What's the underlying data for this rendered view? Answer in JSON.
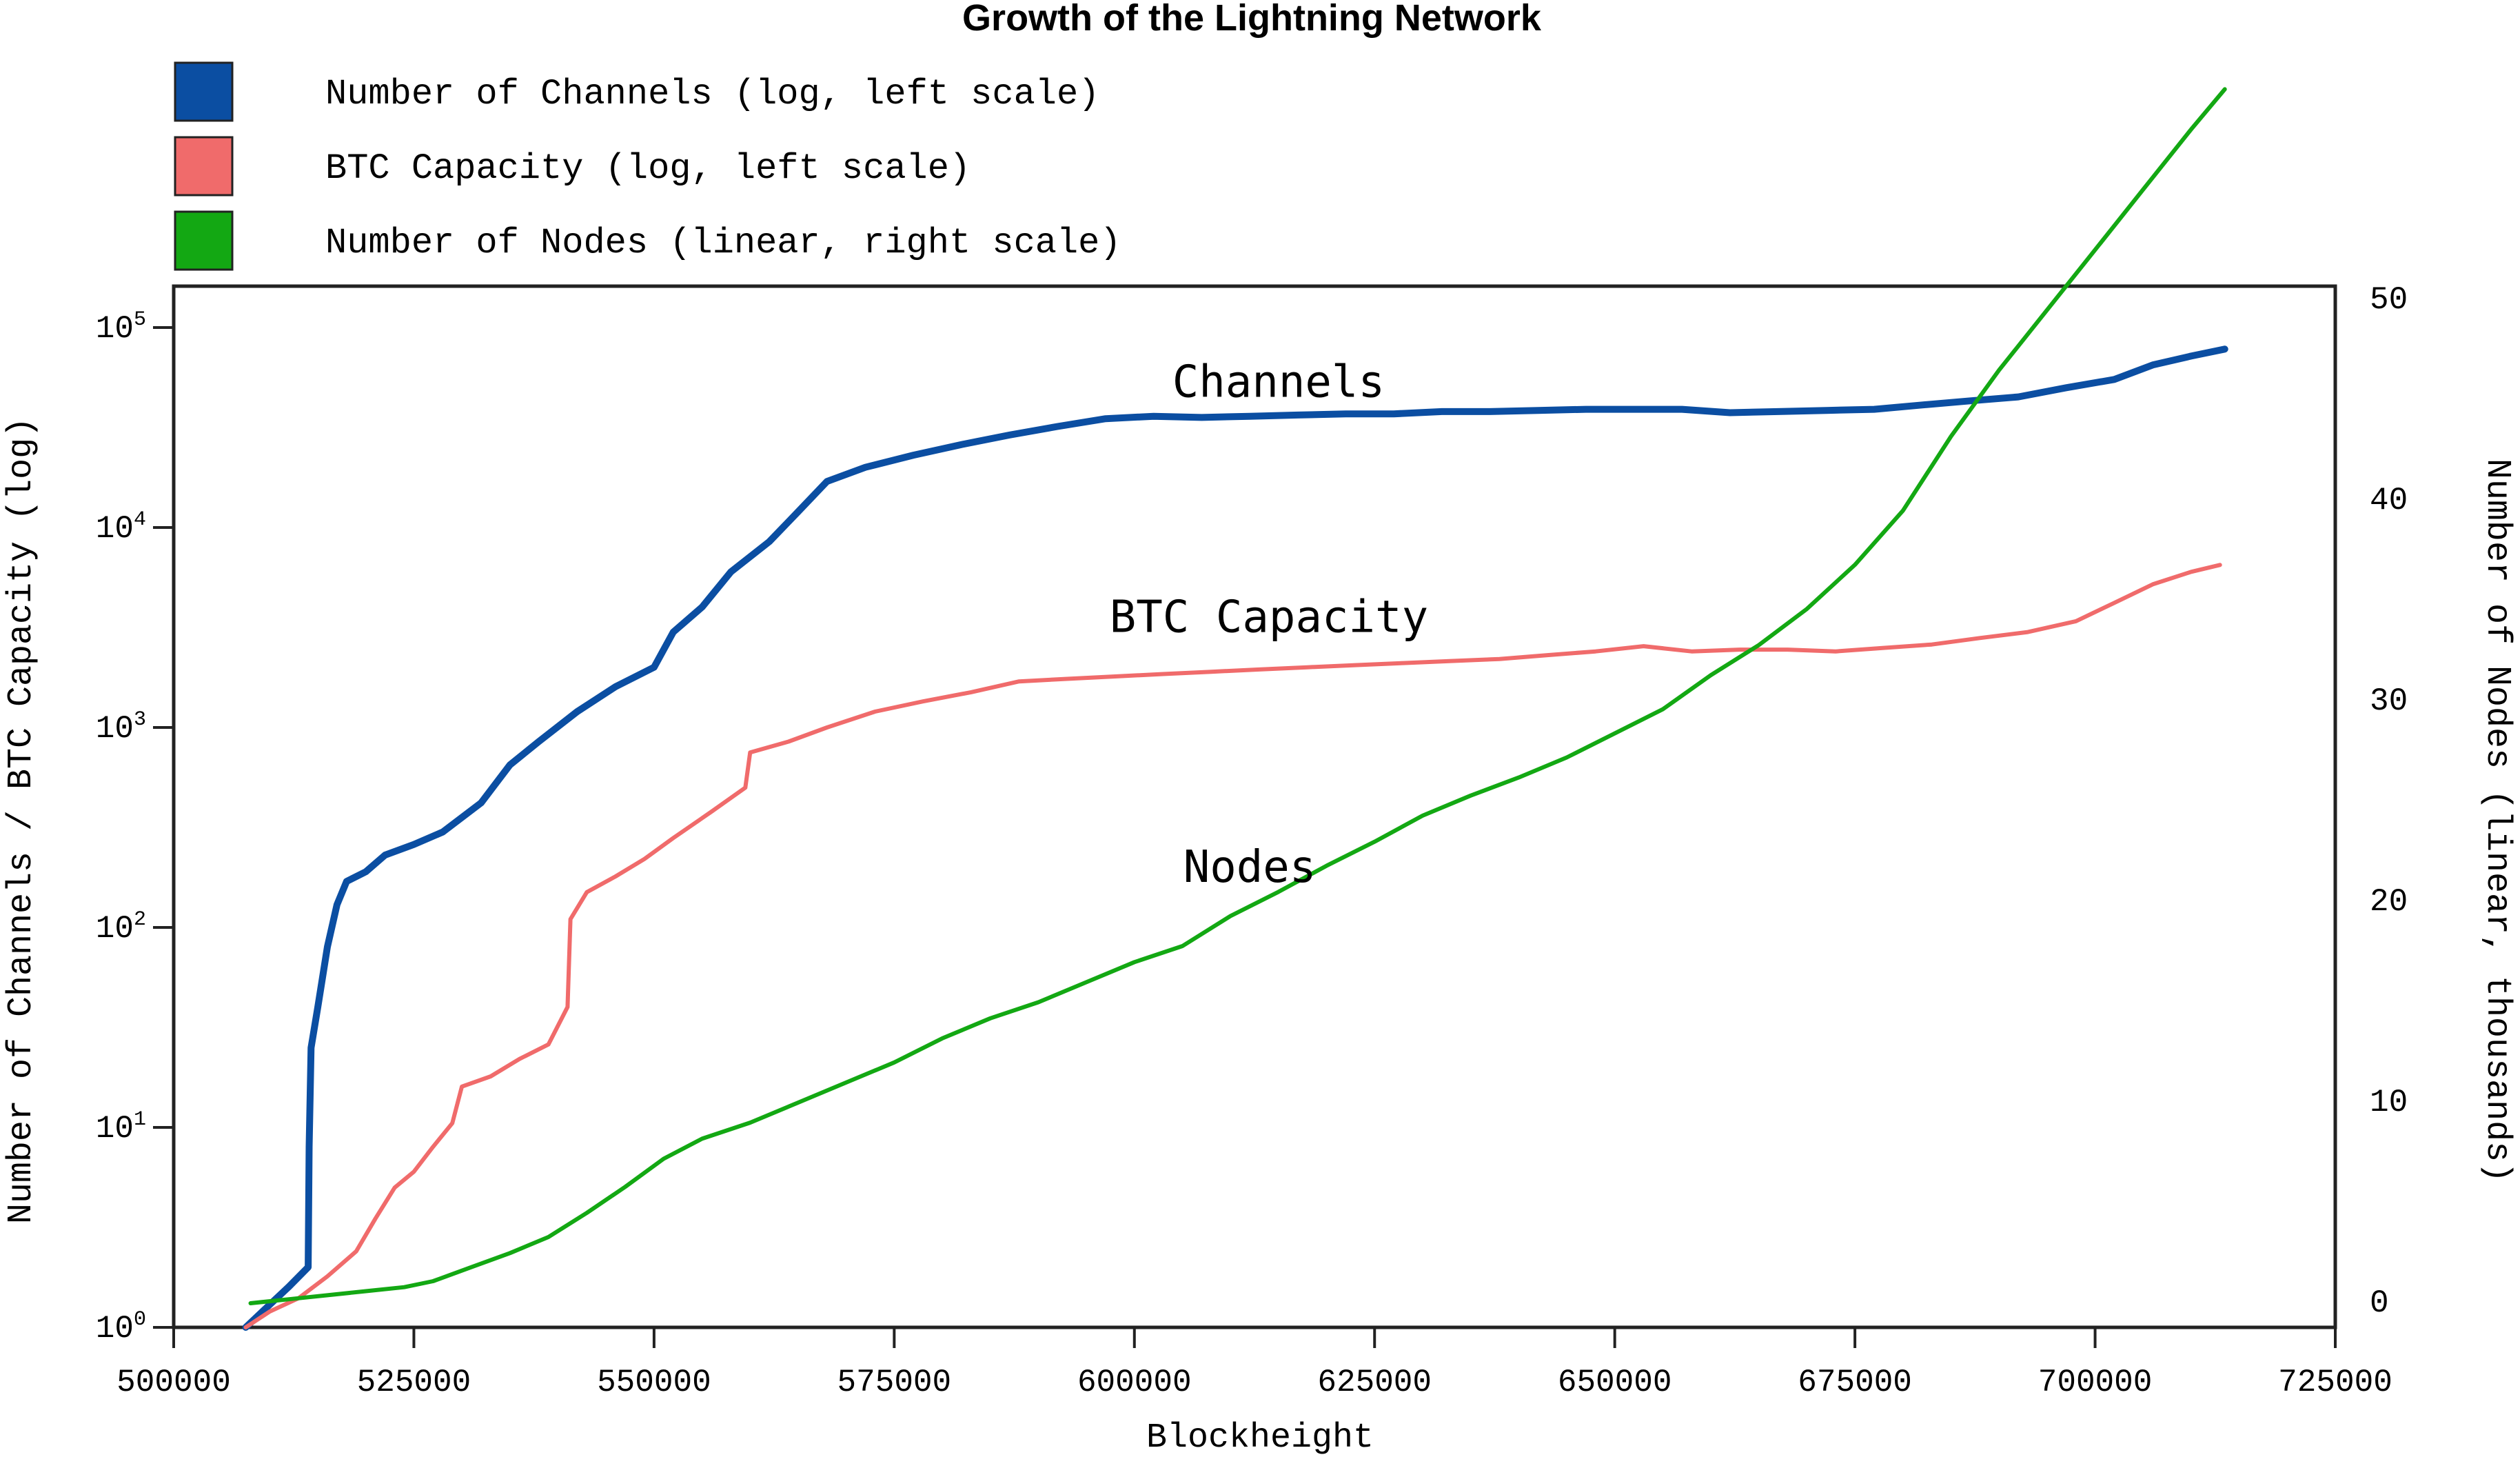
{
  "chart_data": {
    "type": "line",
    "title": "Growth of the Lightning Network",
    "xlabel": "Blockheight",
    "ylabel_left": "Number of Channels / BTC Capacity (log)",
    "ylabel_right": "Number of Nodes (linear, thousands)",
    "xlim": [
      500000,
      725000
    ],
    "ylim_left_log10": [
      0,
      5.2
    ],
    "ylim_right": [
      0,
      51.5
    ],
    "x_ticks": [
      "500000",
      "525000",
      "550000",
      "575000",
      "600000",
      "625000",
      "650000",
      "675000",
      "700000",
      "725000"
    ],
    "y_left_ticks_base": "10",
    "y_left_ticks_exp": [
      "0",
      "1",
      "2",
      "3",
      "4",
      "5"
    ],
    "y_right_ticks": [
      "0",
      "10",
      "20",
      "30",
      "40",
      "50"
    ],
    "grid": false,
    "legend_placement": "top-left",
    "legend": [
      {
        "label": "Number of Channels (log, left scale)",
        "color": "#0b4ea2"
      },
      {
        "label": "BTC Capacity (log, left scale)",
        "color": "#f06b6b"
      },
      {
        "label": "Number of Nodes (linear, right scale)",
        "color": "#13a813"
      }
    ],
    "annotations": [
      {
        "text": "Channels",
        "x": 615000,
        "axis": "left",
        "y": 45000
      },
      {
        "text": "BTC Capacity",
        "x": 614000,
        "axis": "left",
        "y": 3000
      },
      {
        "text": "Nodes",
        "x": 612000,
        "axis": "right",
        "y": 21
      }
    ],
    "series": [
      {
        "name": "Channels",
        "axis": "left",
        "color": "#0b4ea2",
        "points": [
          [
            507500,
            1
          ],
          [
            510000,
            1.3
          ],
          [
            512000,
            1.6
          ],
          [
            514000,
            2
          ],
          [
            514100,
            8
          ],
          [
            514300,
            25
          ],
          [
            515000,
            40
          ],
          [
            516000,
            80
          ],
          [
            517000,
            130
          ],
          [
            518000,
            170
          ],
          [
            520000,
            190
          ],
          [
            522000,
            230
          ],
          [
            525000,
            260
          ],
          [
            528000,
            300
          ],
          [
            532000,
            420
          ],
          [
            535000,
            650
          ],
          [
            538000,
            850
          ],
          [
            542000,
            1200
          ],
          [
            546000,
            1600
          ],
          [
            550000,
            2000
          ],
          [
            552000,
            3000
          ],
          [
            555000,
            4000
          ],
          [
            558000,
            6000
          ],
          [
            562000,
            8500
          ],
          [
            565000,
            12000
          ],
          [
            568000,
            17000
          ],
          [
            572000,
            20000
          ],
          [
            577000,
            23000
          ],
          [
            582000,
            26000
          ],
          [
            587000,
            29000
          ],
          [
            592000,
            32000
          ],
          [
            597000,
            35000
          ],
          [
            602000,
            36000
          ],
          [
            607000,
            35500
          ],
          [
            612000,
            36000
          ],
          [
            617000,
            36500
          ],
          [
            622000,
            37000
          ],
          [
            627000,
            37000
          ],
          [
            632000,
            38000
          ],
          [
            637000,
            38000
          ],
          [
            642000,
            38500
          ],
          [
            647000,
            39000
          ],
          [
            652000,
            39000
          ],
          [
            657000,
            39000
          ],
          [
            662000,
            37500
          ],
          [
            667000,
            38000
          ],
          [
            672000,
            38500
          ],
          [
            677000,
            39000
          ],
          [
            682000,
            41000
          ],
          [
            687000,
            43000
          ],
          [
            692000,
            45000
          ],
          [
            697000,
            50000
          ],
          [
            702000,
            55000
          ],
          [
            706000,
            65000
          ],
          [
            710000,
            72000
          ],
          [
            713500,
            78000
          ]
        ]
      },
      {
        "name": "BTC Capacity",
        "axis": "left",
        "color": "#f06b6b",
        "points": [
          [
            507500,
            1
          ],
          [
            510000,
            1.2
          ],
          [
            513000,
            1.4
          ],
          [
            516000,
            1.8
          ],
          [
            519000,
            2.4
          ],
          [
            521000,
            3.5
          ],
          [
            523000,
            5
          ],
          [
            525000,
            6
          ],
          [
            527000,
            8
          ],
          [
            529000,
            10.5
          ],
          [
            530000,
            16
          ],
          [
            533000,
            18
          ],
          [
            536000,
            22
          ],
          [
            539000,
            26
          ],
          [
            541000,
            40
          ],
          [
            541300,
            110
          ],
          [
            543000,
            150
          ],
          [
            546000,
            180
          ],
          [
            549000,
            220
          ],
          [
            552000,
            280
          ],
          [
            556000,
            380
          ],
          [
            559500,
            500
          ],
          [
            560000,
            750
          ],
          [
            564000,
            850
          ],
          [
            568000,
            1000
          ],
          [
            573000,
            1200
          ],
          [
            578000,
            1350
          ],
          [
            583000,
            1500
          ],
          [
            588000,
            1700
          ],
          [
            593000,
            1750
          ],
          [
            598000,
            1800
          ],
          [
            603000,
            1850
          ],
          [
            608000,
            1900
          ],
          [
            613000,
            1950
          ],
          [
            618000,
            2000
          ],
          [
            623000,
            2050
          ],
          [
            628000,
            2100
          ],
          [
            633000,
            2150
          ],
          [
            638000,
            2200
          ],
          [
            643000,
            2300
          ],
          [
            648000,
            2400
          ],
          [
            653000,
            2550
          ],
          [
            658000,
            2400
          ],
          [
            663000,
            2450
          ],
          [
            668000,
            2450
          ],
          [
            673000,
            2400
          ],
          [
            678000,
            2500
          ],
          [
            683000,
            2600
          ],
          [
            688000,
            2800
          ],
          [
            693000,
            3000
          ],
          [
            698000,
            3400
          ],
          [
            702000,
            4200
          ],
          [
            706000,
            5200
          ],
          [
            710000,
            6000
          ],
          [
            713000,
            6500
          ]
        ]
      },
      {
        "name": "Nodes",
        "axis": "right",
        "color": "#13a813",
        "points": [
          [
            508000,
            0
          ],
          [
            512000,
            0.2
          ],
          [
            516000,
            0.4
          ],
          [
            520000,
            0.6
          ],
          [
            524000,
            0.8
          ],
          [
            527000,
            1.1
          ],
          [
            531000,
            1.8
          ],
          [
            535000,
            2.5
          ],
          [
            539000,
            3.3
          ],
          [
            543000,
            4.5
          ],
          [
            547000,
            5.8
          ],
          [
            551000,
            7.2
          ],
          [
            555000,
            8.2
          ],
          [
            560000,
            9
          ],
          [
            565000,
            10
          ],
          [
            570000,
            11
          ],
          [
            575000,
            12
          ],
          [
            580000,
            13.2
          ],
          [
            585000,
            14.2
          ],
          [
            590000,
            15
          ],
          [
            595000,
            16
          ],
          [
            600000,
            17
          ],
          [
            605000,
            17.8
          ],
          [
            610000,
            19.3
          ],
          [
            615000,
            20.5
          ],
          [
            620000,
            21.8
          ],
          [
            625000,
            23
          ],
          [
            630000,
            24.3
          ],
          [
            635000,
            25.3
          ],
          [
            640000,
            26.2
          ],
          [
            645000,
            27.2
          ],
          [
            650000,
            28.4
          ],
          [
            655000,
            29.6
          ],
          [
            660000,
            31.3
          ],
          [
            665000,
            32.8
          ],
          [
            670000,
            34.6
          ],
          [
            675000,
            36.8
          ],
          [
            680000,
            39.5
          ],
          [
            685000,
            43.2
          ],
          [
            690000,
            46.5
          ],
          [
            695000,
            49.5
          ],
          [
            700000,
            52.5
          ],
          [
            705000,
            55.5
          ],
          [
            710000,
            58.5
          ],
          [
            713500,
            60.5
          ]
        ]
      }
    ]
  }
}
